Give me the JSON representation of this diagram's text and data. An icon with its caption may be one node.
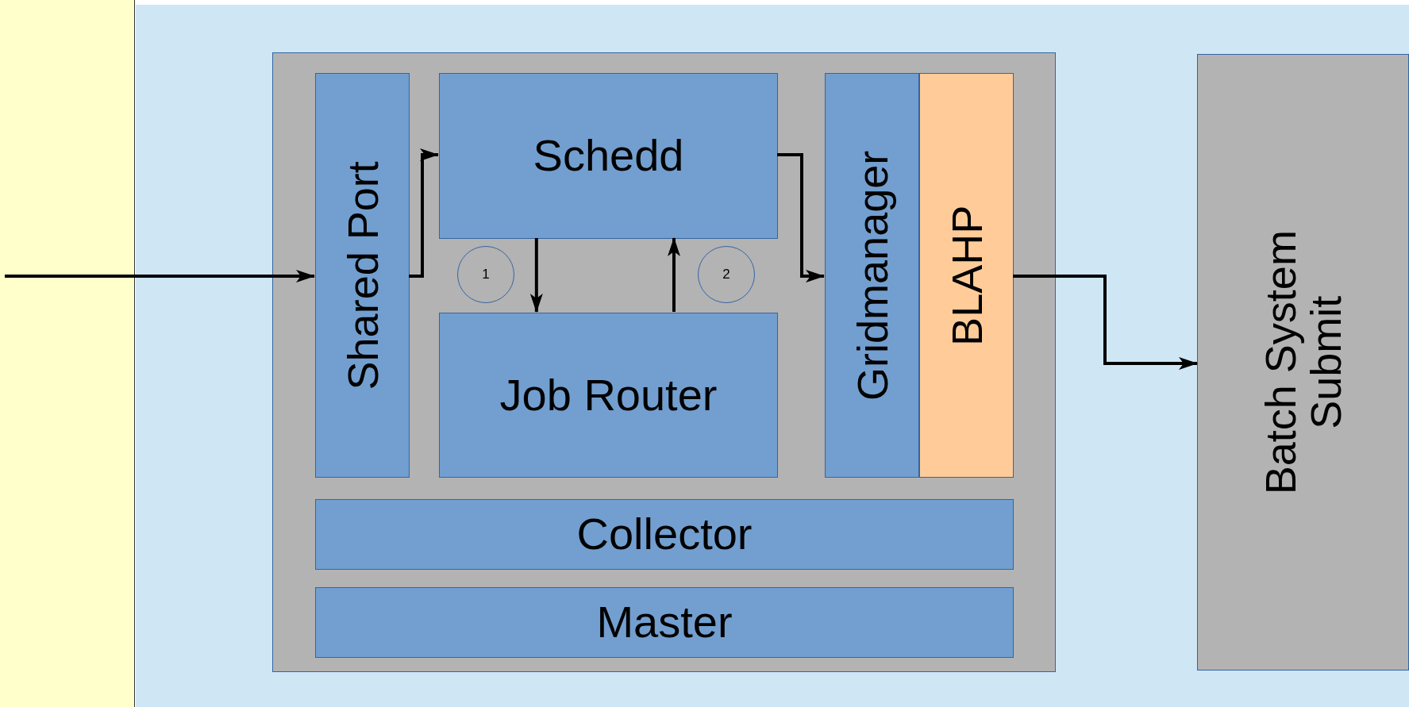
{
  "diagram": {
    "nodes": [
      {
        "text": [],
        "shape": "box"
      },
      {
        "text": [
          "Shared Port"
        ],
        "in": 0
      },
      {
        "text": [
          "Schedd"
        ],
        "in": 0
      },
      {
        "text": [
          "Job Router"
        ],
        "in": 0
      },
      {
        "text": [
          "Gridmanager"
        ],
        "in": 0
      },
      {
        "text": [
          "BLAHP"
        ],
        "in": 0
      },
      {
        "text": [
          "Collector"
        ],
        "in": 0
      },
      {
        "text": [
          "Master"
        ],
        "in": 0
      },
      {
        "text": [
          "1"
        ],
        "in": 0
      },
      {
        "text": [
          "2"
        ],
        "in": 0
      },
      {
        "text": [
          "Batch System Submit"
        ]
      }
    ],
    "edges": [
      {
        "from": null,
        "to": 1,
        "arrow": "to"
      },
      {
        "from": 1,
        "to": 2,
        "arrow": "to"
      },
      {
        "from": 2,
        "to": 3,
        "arrow": "to"
      },
      {
        "from": 3,
        "to": 2,
        "arrow": "to"
      },
      {
        "from": 2,
        "to": 4,
        "arrow": "to"
      },
      {
        "from": 5,
        "to": 10,
        "arrow": "to"
      }
    ]
  }
}
